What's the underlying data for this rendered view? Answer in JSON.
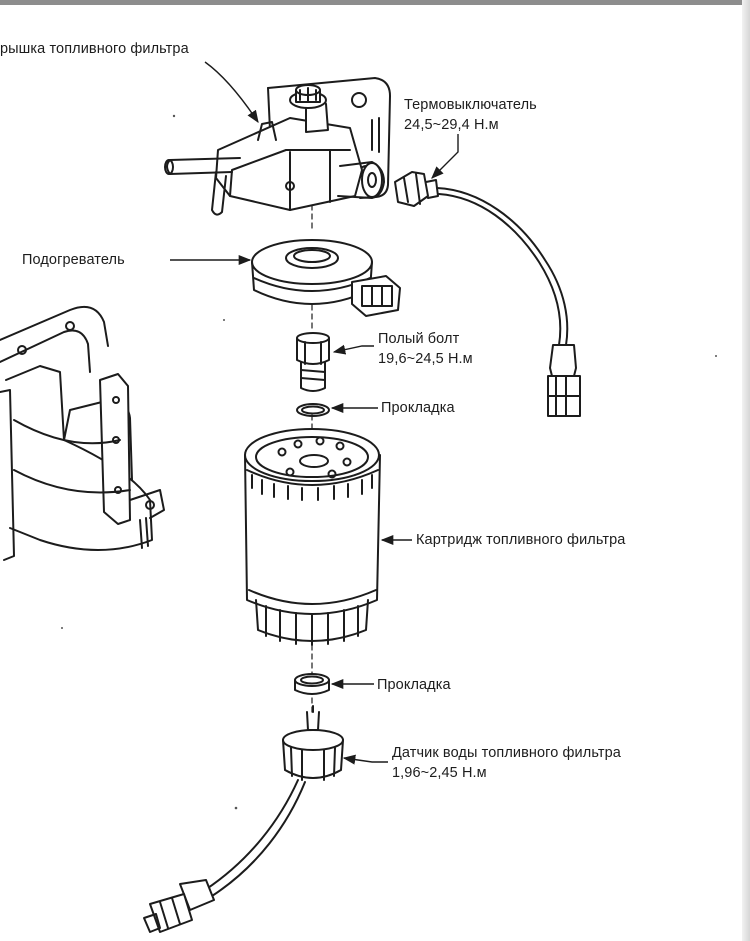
{
  "labels": {
    "filter_cover": "рышка топливного фильтра",
    "thermo_switch": {
      "name": "Термовыключатель",
      "torque": "24,5~29,4 Н.м"
    },
    "heater": "Подогреватель",
    "hollow_bolt": {
      "name": "Полый болт",
      "torque": "19,6~24,5 Н.м"
    },
    "gasket_upper": "Прокладка",
    "cartridge": "Картридж топливного фильтра",
    "gasket_lower": "Прокладка",
    "water_sensor": {
      "name": "Датчик воды топливного фильтра",
      "torque": "1,96~2,45 Н.м"
    }
  },
  "colors": {
    "ink": "#1c1c1c",
    "paper": "#ffffff",
    "frame": "#8d8d8d"
  }
}
